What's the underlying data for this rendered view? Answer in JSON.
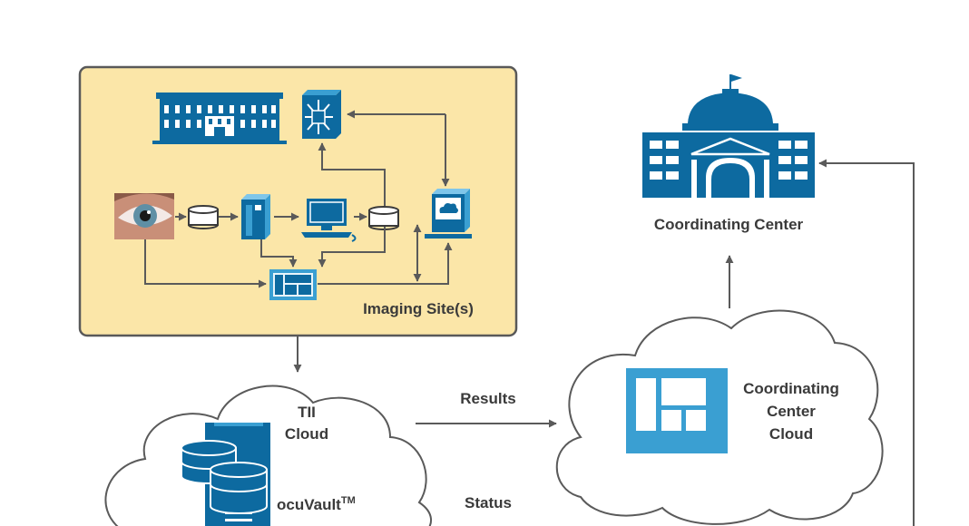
{
  "labels": {
    "imaging_site": "Imaging Site(s)",
    "coordinating_center": "Coordinating Center",
    "tii_cloud_line1": "TII",
    "tii_cloud_line2": "Cloud",
    "ocuvault": "ocuVault",
    "ocuvault_tm": "TM",
    "cc_cloud_line1": "Coordinating",
    "cc_cloud_line2": "Center",
    "cc_cloud_line3": "Cloud",
    "results": "Results",
    "status": "Status"
  },
  "colors": {
    "panel_fill": "#fbe6a8",
    "panel_stroke": "#595959",
    "icon_blue": "#0d6aa0",
    "icon_light_blue": "#3a9fd2",
    "arrow": "#5a5a5a",
    "cloud_stroke": "#5a5a5a",
    "text": "#3a3a3a"
  },
  "icons": {
    "hospital": "hospital-building-icon",
    "network_switch": "network-switch-icon",
    "eye": "eye-photo-icon",
    "storage": "storage-disk-icon",
    "server": "server-tower-icon",
    "workstation": "desktop-computer-icon",
    "cloud_monitor": "cloud-monitor-icon",
    "dashboard": "dashboard-app-icon",
    "capitol": "capitol-building-icon",
    "database": "database-stack-icon"
  }
}
